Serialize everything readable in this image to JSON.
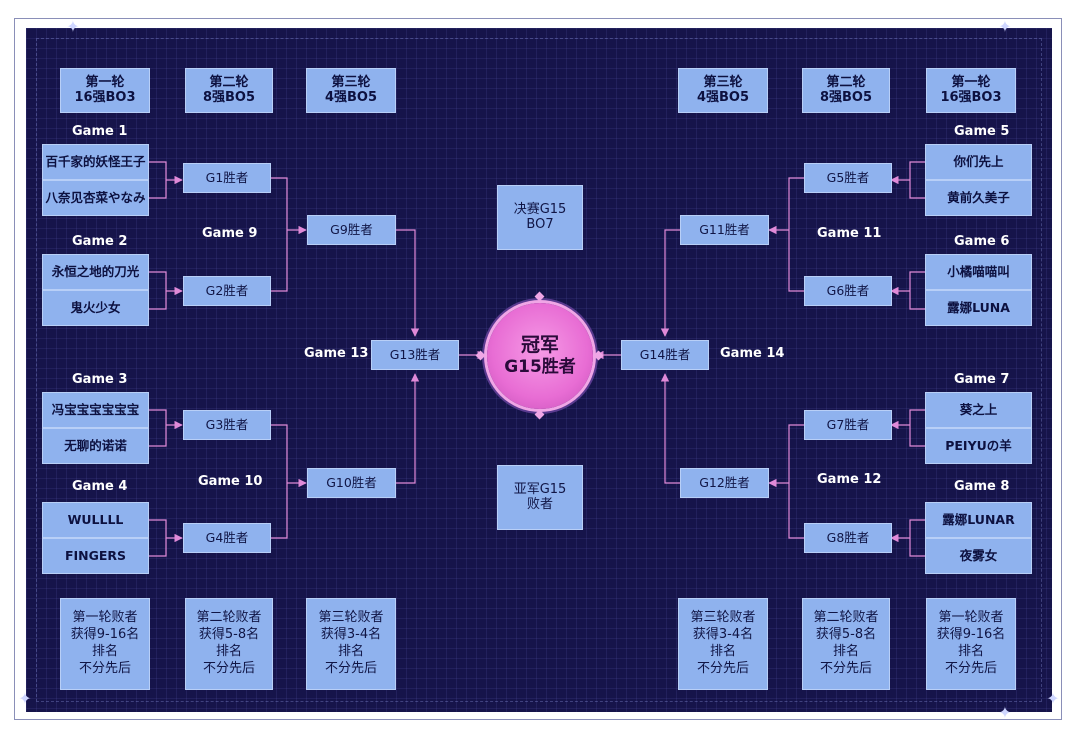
{
  "headers": {
    "left": [
      "第一轮\n16强BO3",
      "第二轮\n8强BO5",
      "第三轮\n4强BO5"
    ],
    "right": [
      "第三轮\n4强BO5",
      "第二轮\n8强BO5",
      "第一轮\n16强BO3"
    ]
  },
  "games": {
    "g1": "Game 1",
    "g2": "Game 2",
    "g3": "Game 3",
    "g4": "Game 4",
    "g5": "Game 5",
    "g6": "Game 6",
    "g7": "Game 7",
    "g8": "Game 8",
    "g9": "Game 9",
    "g10": "Game 10",
    "g11": "Game 11",
    "g12": "Game 12",
    "g13": "Game 13",
    "g14": "Game 14"
  },
  "players": {
    "p1": "百千家的妖怪王子",
    "p2": "八奈见杏菜やなみ",
    "p3": "永恒之地的刀光",
    "p4": "鬼火少女",
    "p5": "冯宝宝宝宝宝宝",
    "p6": "无聊的诺诺",
    "p7": "WULLLL",
    "p8": "FINGERS",
    "p9": "你们先上",
    "p10": "黄前久美子",
    "p11": "小橘喵喵叫",
    "p12": "露娜LUNA",
    "p13": "葵之上",
    "p14": "PEIYUの羊",
    "p15": "露娜LUNAR",
    "p16": "夜雾女"
  },
  "winners": {
    "w1": "G1胜者",
    "w2": "G2胜者",
    "w3": "G3胜者",
    "w4": "G4胜者",
    "w5": "G5胜者",
    "w6": "G6胜者",
    "w7": "G7胜者",
    "w8": "G8胜者",
    "w9": "G9胜者",
    "w10": "G10胜者",
    "w11": "G11胜者",
    "w12": "G12胜者",
    "w13": "G13胜者",
    "w14": "G14胜者"
  },
  "final": {
    "title": "决赛G15\nBO7",
    "runner_up": "亚军G15\n败者",
    "champion_line1": "冠军",
    "champion_line2": "G15胜者"
  },
  "notes": {
    "left": [
      "第一轮败者\n获得9-16名\n排名\n不分先后",
      "第二轮败者\n获得5-8名\n排名\n不分先后",
      "第三轮败者\n获得3-4名\n排名\n不分先后"
    ],
    "right": [
      "第三轮败者\n获得3-4名\n排名\n不分先后",
      "第二轮败者\n获得5-8名\n排名\n不分先后",
      "第一轮败者\n获得9-16名\n排名\n不分先后"
    ]
  },
  "colors": {
    "background": "#16144a",
    "box": "#8fb2ee",
    "connector": "#e08ad8",
    "champion": "#e86dd4"
  }
}
